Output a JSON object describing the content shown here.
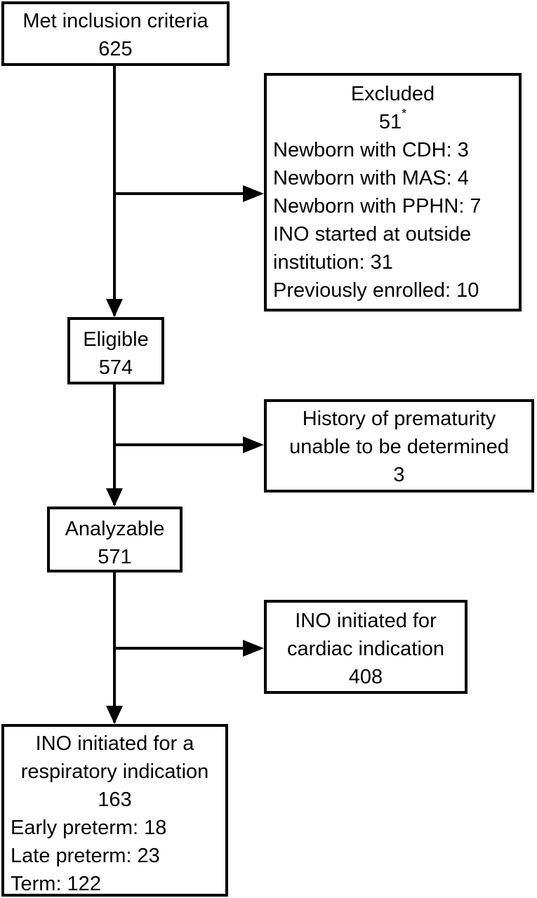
{
  "boxes": {
    "met": {
      "title": "Met inclusion criteria",
      "count": "625"
    },
    "excluded": {
      "title": "Excluded",
      "count": "51",
      "count_mark": "*",
      "items": [
        "Newborn with CDH: 3",
        "Newborn with MAS: 4",
        "Newborn with PPHN: 7",
        "INO started at outside",
        "institution: 31",
        "Previously enrolled: 10"
      ]
    },
    "eligible": {
      "title": "Eligible",
      "count": "574"
    },
    "prematurity": {
      "line1": "History of prematurity",
      "line2": "unable to be determined",
      "count": "3"
    },
    "analyzable": {
      "title": "Analyzable",
      "count": "571"
    },
    "cardiac": {
      "line1": "INO initiated for",
      "line2": "cardiac indication",
      "count": "408"
    },
    "respiratory": {
      "line1": "INO initiated for a",
      "line2": "respiratory indication",
      "count": "163",
      "items": [
        "Early preterm: 18",
        "Late preterm: 23",
        "Term: 122"
      ]
    }
  },
  "colors": {
    "stroke": "#000000",
    "background": "#ffffff"
  }
}
